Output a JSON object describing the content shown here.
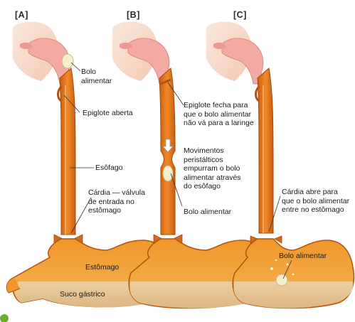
{
  "panels": {
    "a": {
      "tag": "[A]"
    },
    "b": {
      "tag": "[B]"
    },
    "c": {
      "tag": "[C]"
    }
  },
  "labels": {
    "a_bolo": "Bolo\nalimentar",
    "a_epiglote": "Epiglote aberta",
    "a_esofago": "Esôfago",
    "a_cardia": "Cárdia — válvula\nde entrada no\nestômago",
    "a_estomago": "Estômago",
    "a_suco": "Suco gástrico",
    "b_epiglote": "Epiglote fecha para\nque o bolo alimentar\nnão vá para a laringe",
    "b_movimentos": "Movimentos\nperistálticos\nempurram o bolo\nalimentar através\ndo esôfago",
    "b_bolo": "Bolo alimentar",
    "c_cardia": "Cárdia abre para\nque o bolo alimentar\nentre no estômago",
    "c_bolo": "Bolo alimentar"
  },
  "colors": {
    "tube": "#e0731a",
    "tube_dark": "#b5500e",
    "stomach": "#f2a23a",
    "stomach_light": "#f8c978",
    "juice": "#e8cb9a",
    "mouth": "#f1a6a0",
    "skin": "#f8dccb",
    "bolus": "#f6efc9"
  }
}
